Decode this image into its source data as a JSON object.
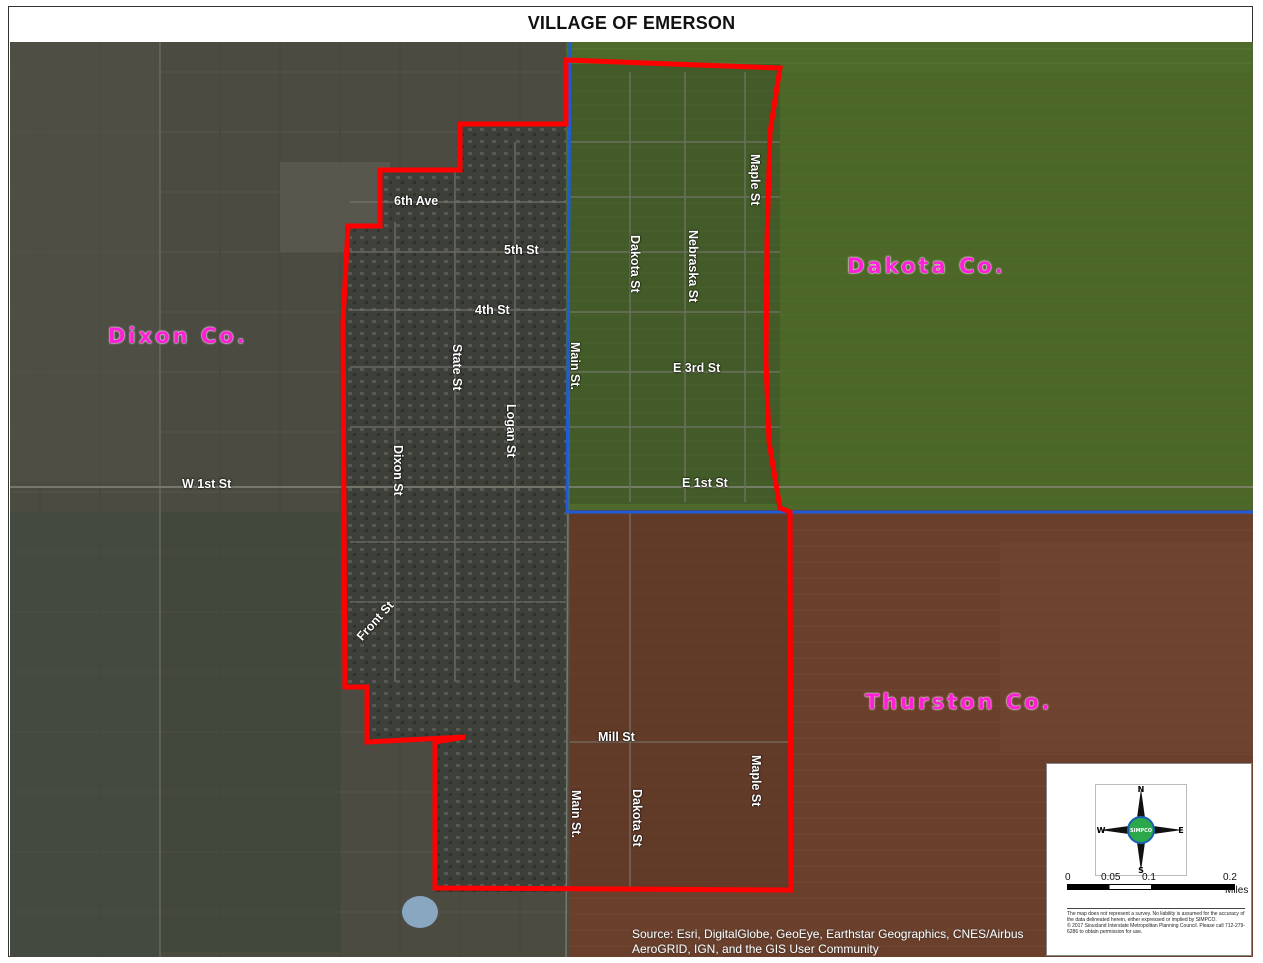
{
  "title": "VILLAGE OF EMERSON",
  "counties": {
    "dixon": "Dixon Co.",
    "dakota": "Dakota Co.",
    "thurston": "Thurston Co."
  },
  "streets": {
    "sixth_ave": "6th Ave",
    "fifth_st": "5th St",
    "fourth_st": "4th St",
    "state_st": "State St",
    "logan_st": "Logan St",
    "dixon_st": "Dixon St",
    "w_1st_st": "W 1st St",
    "front_st": "Front St",
    "main_st_north": "Main St.",
    "main_st_south": "Main St.",
    "dakota_st_north": "Dakota St",
    "dakota_st_south": "Dakota St",
    "nebraska_st": "Nebraska St",
    "maple_st_north": "Maple St",
    "maple_st_south": "Maple St",
    "e_3rd_st": "E 3rd St",
    "e_1st_st": "E 1st St",
    "mill_st": "Mill St"
  },
  "source": {
    "line1": "Source: Esri, DigitalGlobe, GeoEye, Earthstar Geographics, CNES/Airbus",
    "line2": "AeroGRID, IGN, and the GIS User Community"
  },
  "legend": {
    "compass_n": "N",
    "compass_s": "S",
    "compass_e": "E",
    "compass_w": "W",
    "compass_center": "SIMPCO",
    "scale_0": "0",
    "scale_005": "0.05",
    "scale_01": "0.1",
    "scale_02": "0.2",
    "scale_unit": "Miles",
    "disclaimer_1": "The map does not represent a survey. No liability is assumed for the accuracy of the data delineated herein, either expressed or implied by SIMPCO.",
    "disclaimer_2": "© 2017 Siouxland Interstate Metropolitan Planning Council. Please call 712-279-6286 to obtain permission for use."
  },
  "colors": {
    "boundary": "#ff0000",
    "county_line": "#1e5bd6",
    "county_label": "#ff1fd6",
    "dakota_tint": "#4f6a2a",
    "thurston_tint": "#6b3f2a",
    "dixon_ground": "#4a4a40"
  }
}
